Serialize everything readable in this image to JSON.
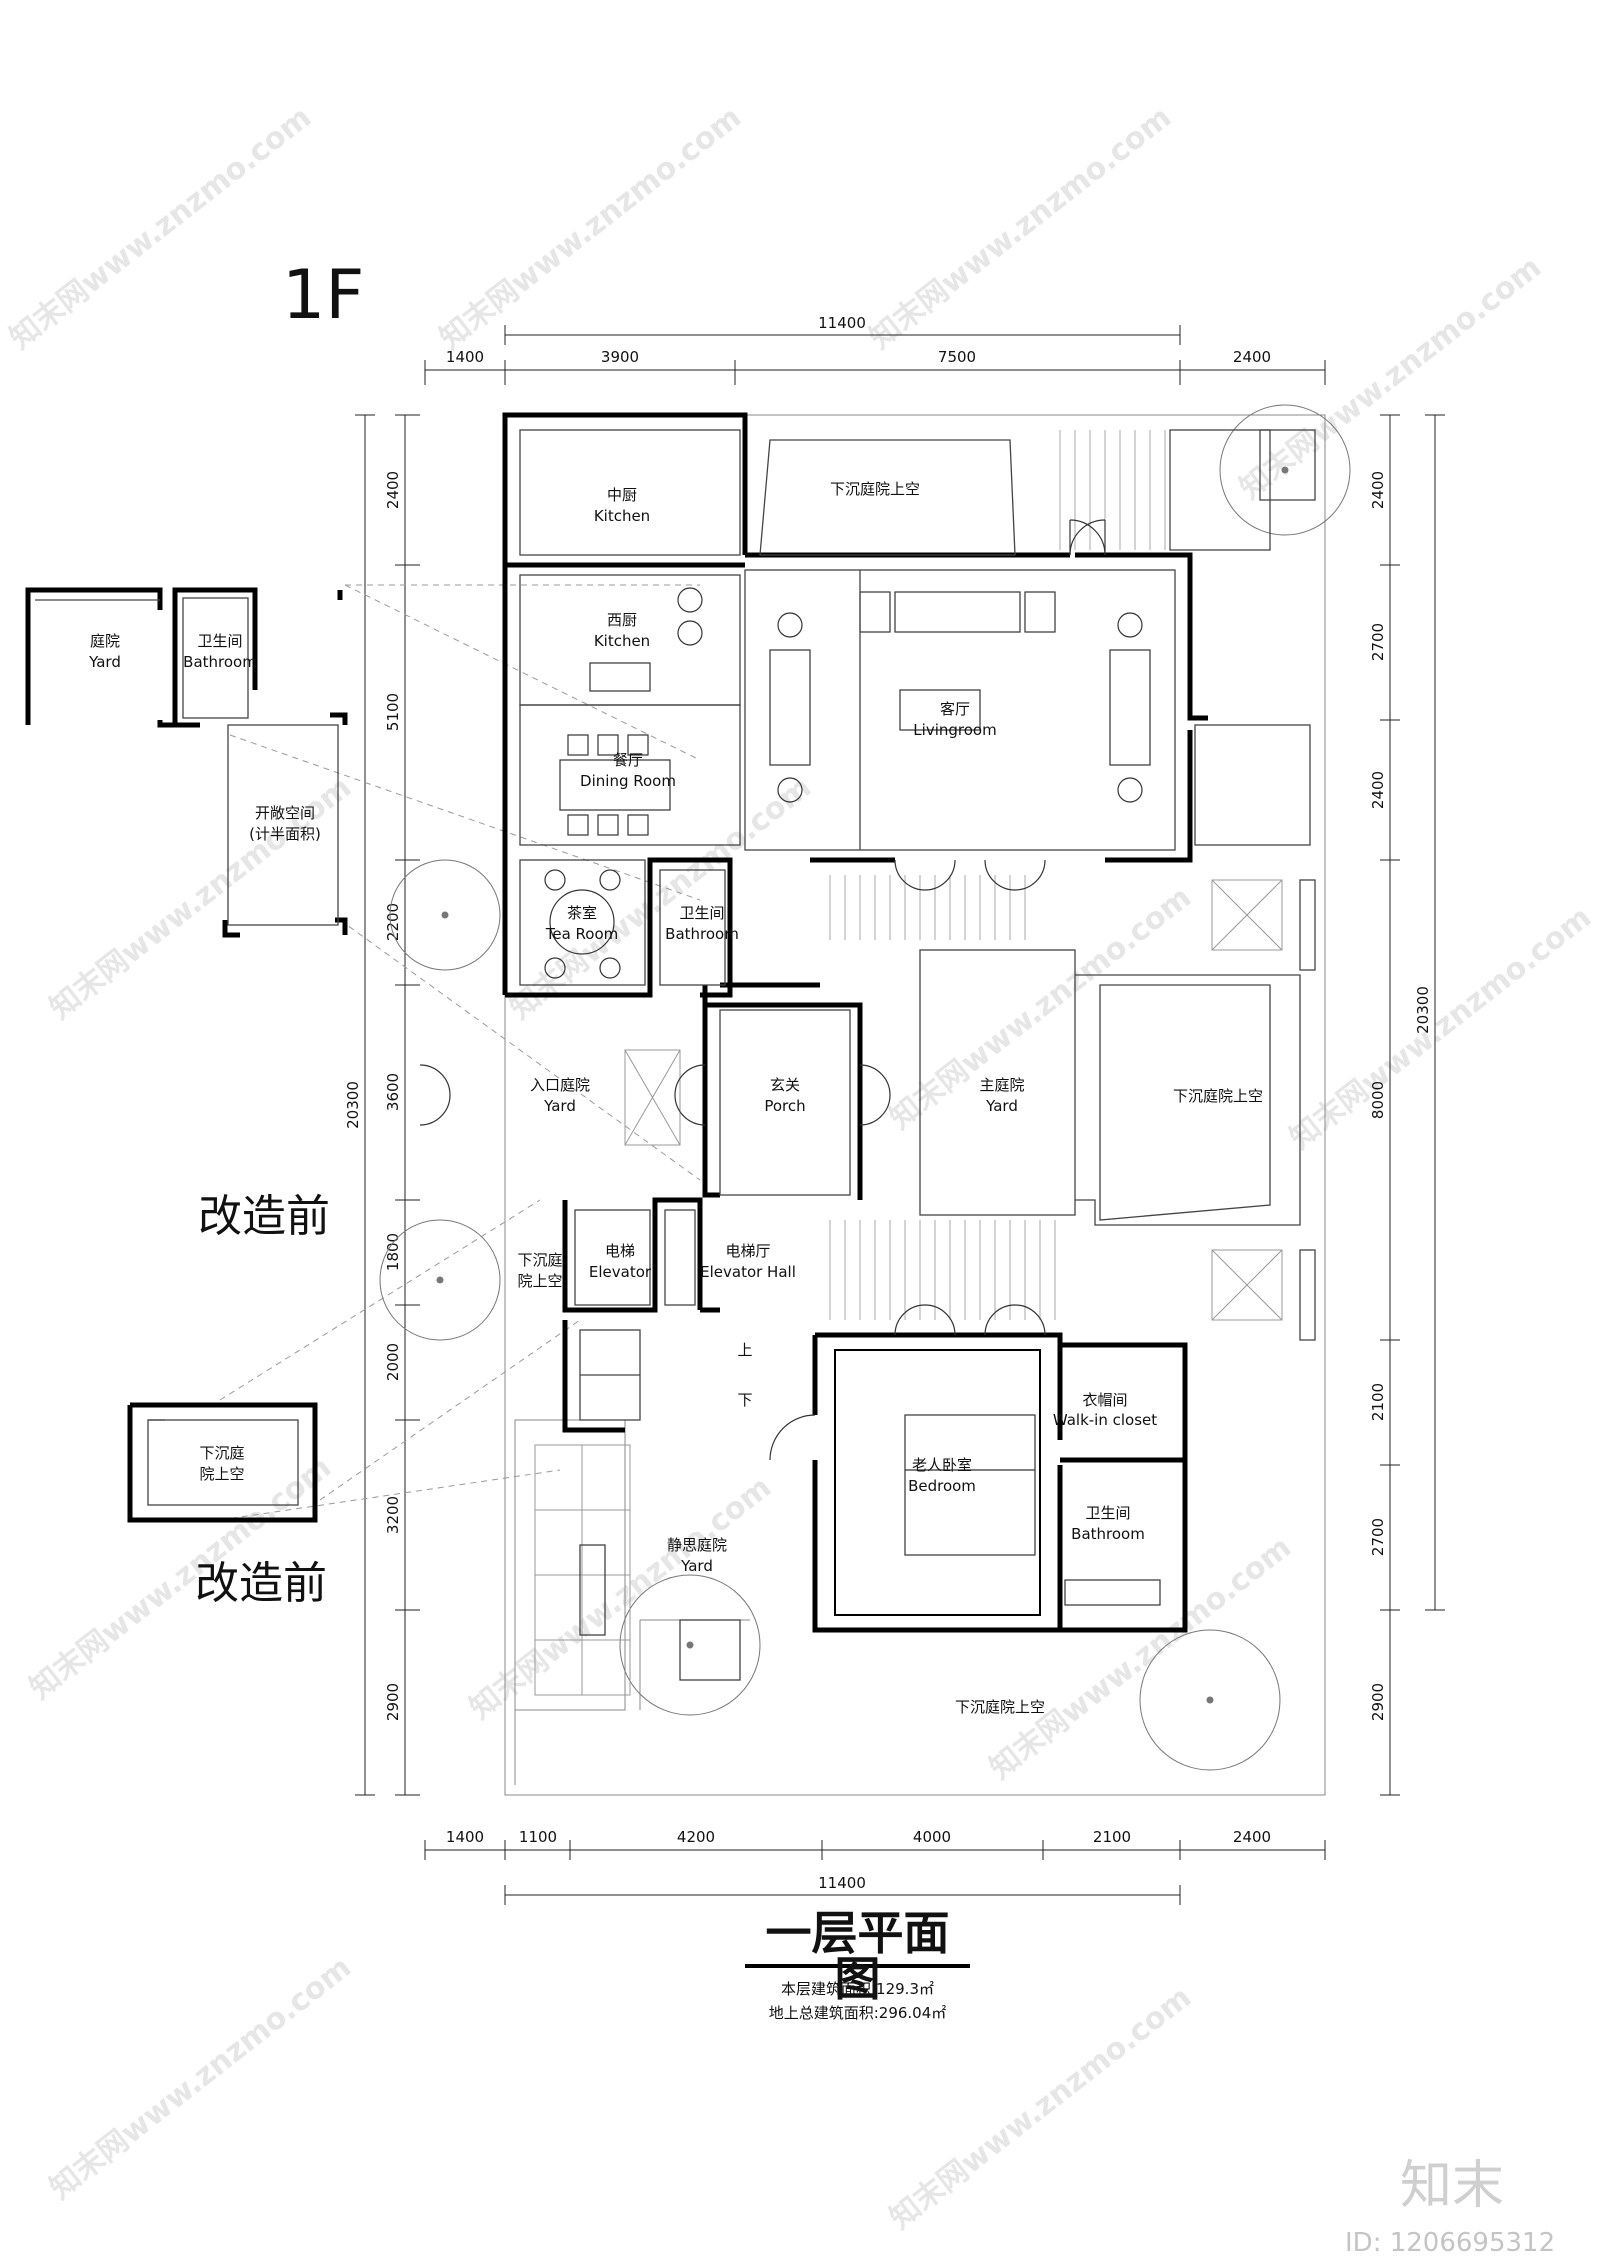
{
  "floor_label": "1F",
  "title": "一层平面图",
  "area_this_floor": "本层建筑面积:129.3㎡",
  "area_total": "地上总建筑面积:296.04㎡",
  "before_label_1": "改造前",
  "before_label_2": "改造前",
  "logo_text": "知末",
  "image_id": "ID: 1206695312",
  "watermark": "知末网www.znzmo.com",
  "dims": {
    "top_total": "11400",
    "top_1": "1400",
    "top_2": "3900",
    "top_3": "7500",
    "top_4": "2400",
    "bottom_1": "1400",
    "bottom_2": "1100",
    "bottom_3": "4200",
    "bottom_4": "4000",
    "bottom_5": "2100",
    "bottom_6": "2400",
    "bottom_total": "11400",
    "left_1": "2400",
    "left_2": "5100",
    "left_3": "2200",
    "left_4": "3600",
    "left_5": "1800",
    "left_6": "2000",
    "left_7": "3200",
    "left_8": "2900",
    "left_total": "20300",
    "right_1": "2400",
    "right_2": "2700",
    "right_3": "2400",
    "right_4": "8000",
    "right_5": "2100",
    "right_6": "2700",
    "right_7": "2900",
    "right_total": "20300"
  },
  "rooms": {
    "kitchen_cn": "中厨",
    "kitchen_en": "Kitchen",
    "wkitchen_cn": "西厨",
    "wkitchen_en": "Kitchen",
    "dining_cn": "餐厅",
    "dining_en": "Dining Room",
    "living_cn": "客厅",
    "living_en": "Livingroom",
    "tea_cn": "茶室",
    "tea_en": "Tea Room",
    "bath1_cn": "卫生间",
    "bath1_en": "Bathroom",
    "entry_yard_cn": "入口庭院",
    "entry_yard_en": "Yard",
    "porch_cn": "玄关",
    "porch_en": "Porch",
    "main_yard_cn": "主庭院",
    "main_yard_en": "Yard",
    "sunken_top": "下沉庭院上空",
    "sunken_right": "下沉庭院上空",
    "sunken_bottom": "下沉庭院上空",
    "elevator_cn": "电梯",
    "elevator_en": "Elevator",
    "elev_hall_cn": "电梯厅",
    "elev_hall_en": "Elevator Hall",
    "sunken_left_1": "下沉庭",
    "sunken_left_2": "院上空",
    "stair_up": "上",
    "stair_down": "下",
    "closet_cn": "衣帽间",
    "closet_en": "Walk-in closet",
    "bedroom_cn": "老人卧室",
    "bedroom_en": "Bedroom",
    "bath2_cn": "卫生间",
    "bath2_en": "Bathroom",
    "quiet_yard_cn": "静思庭院",
    "quiet_yard_en": "Yard",
    "ext_yard_cn": "庭院",
    "ext_yard_en": "Yard",
    "ext_bath_cn": "卫生间",
    "ext_bath_en": "Bathroom",
    "open_space_1": "开敞空间",
    "open_space_2": "(计半面积)",
    "small_sunken_1": "下沉庭",
    "small_sunken_2": "院上空"
  }
}
